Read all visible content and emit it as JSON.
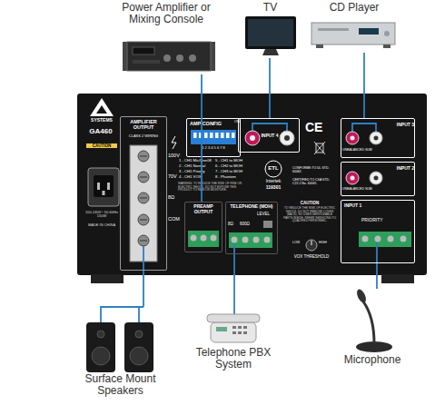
{
  "diagram": {
    "nodes": [
      {
        "text": [
          "Power Amplifier or Mixing Console"
        ]
      },
      {
        "text": [
          "TV"
        ]
      },
      {
        "text": [
          "CD Player"
        ]
      },
      {
        "text": [
          "GA460"
        ]
      },
      {
        "text": [
          "AMPLIFIER OUTPUT"
        ],
        "in": 3
      },
      {
        "text": [
          "AMP CONFIG"
        ],
        "in": 3
      },
      {
        "text": [
          "PREAMP OUTPUT"
        ],
        "in": 3
      },
      {
        "text": [
          "TELEPHONE (MOH)"
        ],
        "in": 3
      },
      {
        "text": [
          "INPUT 4"
        ],
        "in": 3
      },
      {
        "text": [
          "INPUT 3"
        ],
        "in": 3
      },
      {
        "text": [
          "INPUT 2"
        ],
        "in": 3
      },
      {
        "text": [
          "INPUT 1"
        ],
        "in": 3
      },
      {
        "text": [
          "Surface Mount Speakers"
        ]
      },
      {
        "text": [
          "Telephone PBX System"
        ]
      },
      {
        "text": [
          "Microphone"
        ]
      }
    ],
    "edges": [
      {
        "from": 6,
        "to": 0,
        "arrow": "none"
      },
      {
        "from": 1,
        "to": 8,
        "arrow": "none"
      },
      {
        "from": 2,
        "to": 9,
        "arrow": "none"
      },
      {
        "from": 4,
        "to": 12,
        "arrow": "none"
      },
      {
        "from": 7,
        "to": 13,
        "arrow": "none"
      },
      {
        "from": 11,
        "to": 14,
        "arrow": "none"
      }
    ],
    "labels": [
      "SYSTEMS",
      "CAUTION",
      "100-240V~ 50-60Hz 150W",
      "MADE IN CHINA",
      "CLASS 2 WIRING",
      "100V",
      "70V",
      "8Ω",
      "COM",
      "ON",
      "1 2 3 4 5 6 7 8",
      "1 - CH1 Mic/Line0ff",
      "5 - CH1 to MOH",
      "2 - CH1 Normal",
      "6 - CH2 to MOH",
      "3 - CH1 Priority",
      "7 - CH3 to MOH",
      "4 - CH1 VOX",
      "8 - Phantom",
      "WARNING: TO REDUCE THE RISK OF FIRE OR ELECTRIC SHOCK, DO NOT EXPOSE THIS PRODUCT TO RAIN OR MOISTURE.",
      "LEVEL",
      "8Ω",
      "600Ω",
      "UNBALANCED SUM",
      "UNBALANCED SUM",
      "PRIORITY",
      "CE",
      "ETL",
      "Intertek",
      "119301",
      "CONFORMS TO UL STD. 60065",
      "CERTIFIED TO CSA STD. C22.2 No. 60065",
      "CAUTION",
      "TO REDUCE THE RISK OF ELECTRIC SHOCK, DO NOT REMOVE COVER (BACK). NO USER-SERVICEABLE PARTS INSIDE. REFER SERVICING TO QUALIFIED PERSONNEL.",
      "LOW",
      "HIGH",
      "VOX THRESHOLD"
    ]
  }
}
